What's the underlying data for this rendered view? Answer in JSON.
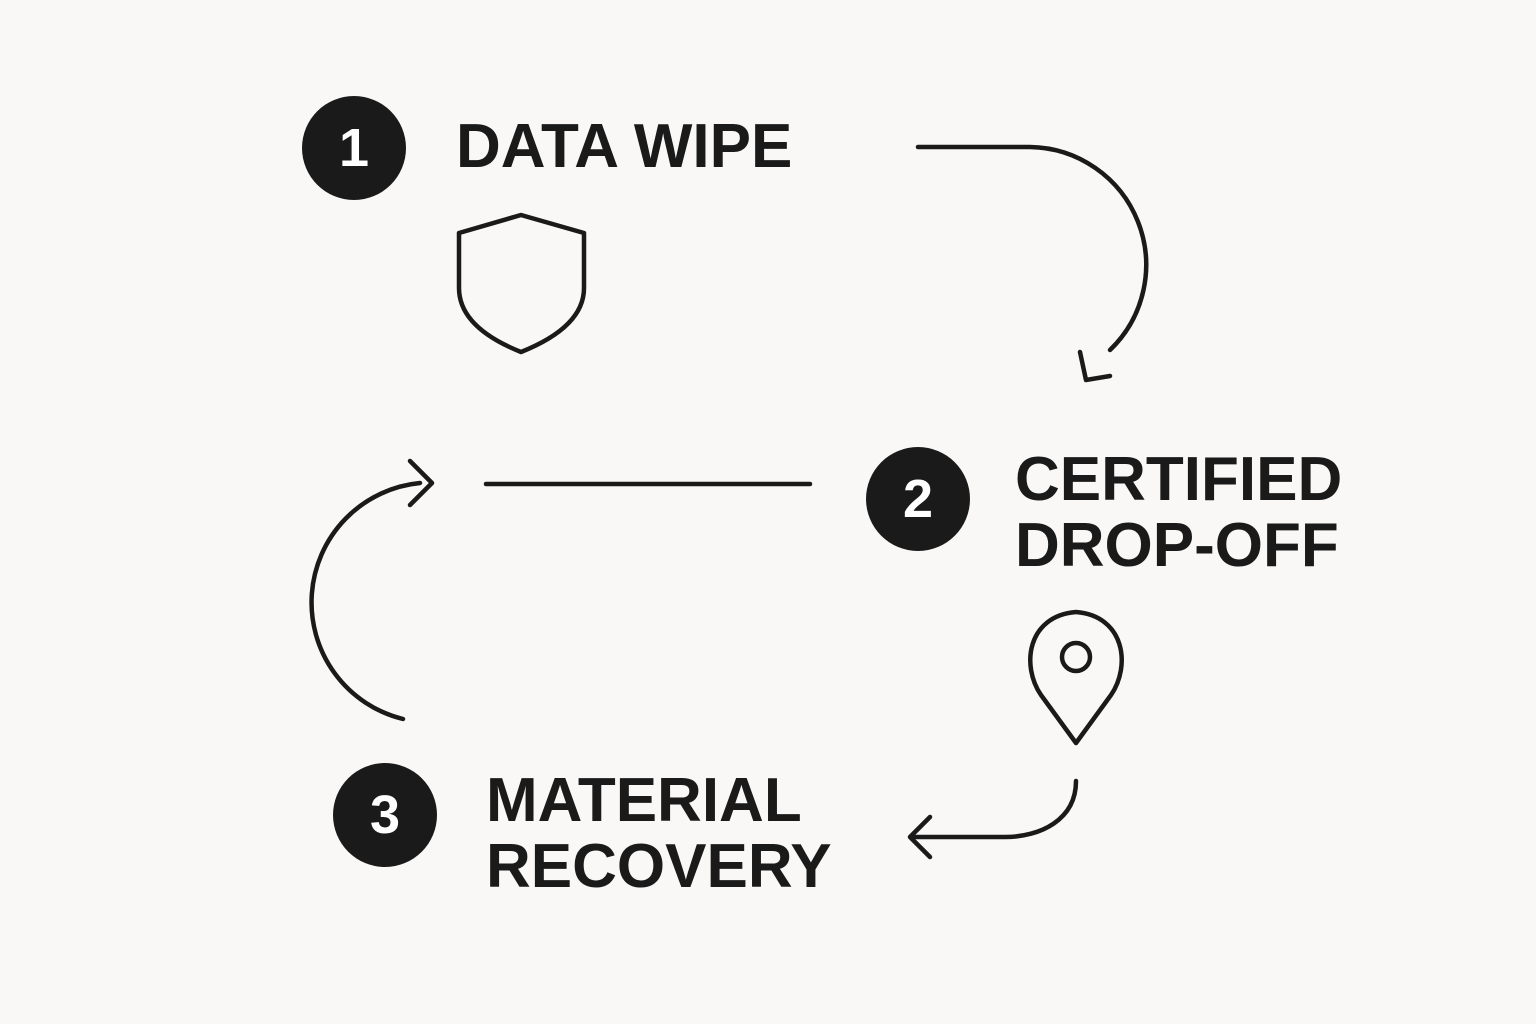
{
  "colors": {
    "background": "#f9f8f6",
    "ink": "#1a1a1a",
    "badge_text": "#ffffff"
  },
  "steps": [
    {
      "number": "1",
      "lines": [
        "DATA WIPE"
      ],
      "icon": "shield-icon"
    },
    {
      "number": "2",
      "lines": [
        "CERTIFIED",
        "DROP-OFF"
      ],
      "icon": "location-pin-icon"
    },
    {
      "number": "3",
      "lines": [
        "MATERIAL",
        "RECOVERY"
      ],
      "icon": ""
    }
  ]
}
